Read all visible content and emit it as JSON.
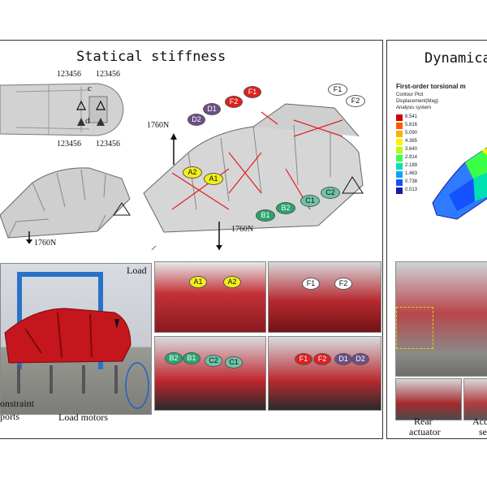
{
  "left": {
    "title": "Statical stiffness",
    "dof_labels": [
      "123456",
      "123456",
      "123456",
      "123456"
    ],
    "point_labels": [
      "c",
      "d"
    ],
    "force_left": "1760N",
    "force_top": "1760N",
    "force_bottom": "1760N",
    "tags": {
      "F1": "F1",
      "F2": "F2",
      "D1": "D1",
      "D2": "D2",
      "A1": "A1",
      "A2": "A2",
      "B1": "B1",
      "B2": "B2",
      "C1": "C1",
      "C2": "C2"
    },
    "photo_annotations": {
      "load": "Load",
      "constraint_line1": "onstraint",
      "constraint_line2": "ports",
      "load_motors": "Load motors"
    },
    "photo_tags": {
      "top": [
        "A1",
        "A2",
        "F1",
        "F2"
      ],
      "bottom": [
        "B2",
        "B1",
        "C2",
        "C1",
        "F1",
        "F2",
        "D1",
        "D2"
      ]
    }
  },
  "right": {
    "title": "Dynamica",
    "plot_title": "First-order torsional m",
    "plot_lines": [
      "Contour Plot",
      "Displacement(Mag)",
      "Analysis system"
    ],
    "legend_values": [
      "6.541",
      "5.816",
      "5.090",
      "4.365",
      "3.640",
      "2.914",
      "2.189",
      "1.463",
      "0.738",
      "0.013"
    ],
    "legend_colors": [
      "#d40000",
      "#ff5a00",
      "#ffb000",
      "#fff200",
      "#b8ff00",
      "#3cff48",
      "#00e0b0",
      "#00a6ff",
      "#1452ff",
      "#1a1aa0"
    ],
    "rear_actuator_line1": "Rear",
    "rear_actuator_line2": "actuator",
    "acc_line1": "Acc",
    "acc_line2": "se"
  },
  "colors": {
    "red_tag": "#e11f1f",
    "purple_tag": "#6d4e86",
    "yellow_tag": "#f5ef1a",
    "green_tag": "#2aa56f",
    "teal_tag": "#6fc3a6",
    "car_red": "#c4161c"
  }
}
